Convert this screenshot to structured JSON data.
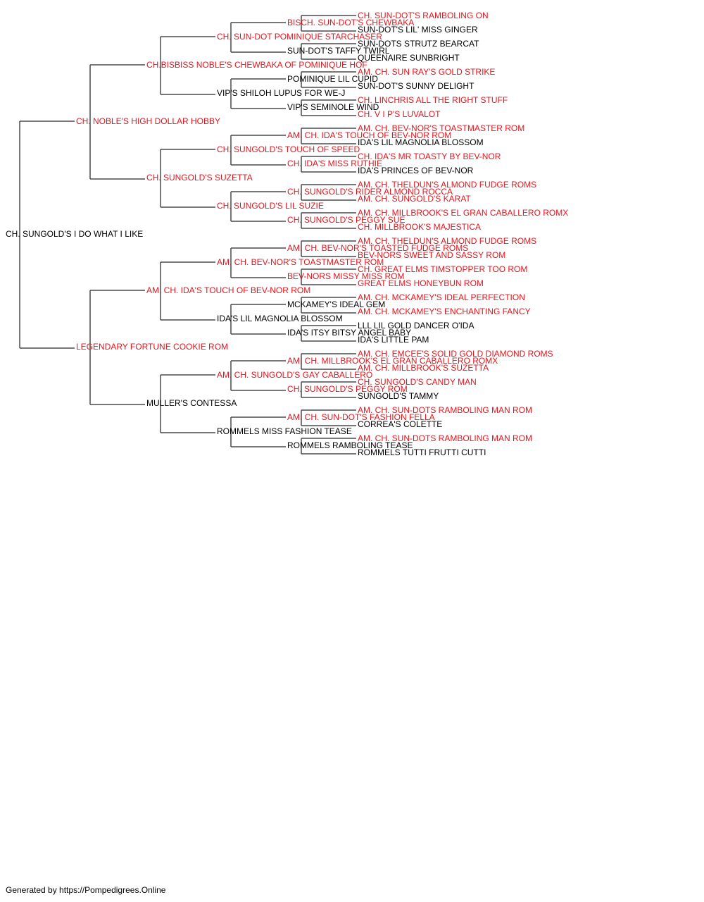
{
  "colors": {
    "champion": "#e8141c",
    "normal": "#000000",
    "line": "#4a4a4a"
  },
  "footer": "Generated by https://Pompedigrees.Online",
  "tree": {
    "name": "CH. SUNGOLD'S I DO WHAT I LIKE",
    "champion": false,
    "sire": {
      "name": "CH. NOBLE'S HIGH DOLLAR HOBBY",
      "champion": true,
      "sire": {
        "name": "CH.BISBISS NOBLE'S CHEWBAKA OF POMINIQUE HOF",
        "champion": true,
        "sire": {
          "name": "CH. SUN-DOT POMINIQUE STARCHASER",
          "champion": true,
          "sire": {
            "name": "BISCH. SUN-DOT'S CHEWBAKA",
            "champion": true,
            "sire": {
              "name": "CH. SUN-DOT'S RAMBOLING ON",
              "champion": true
            },
            "dam": {
              "name": "SUN-DOT'S LIL' MISS GINGER",
              "champion": false
            }
          },
          "dam": {
            "name": "SUN-DOT'S TAFFY TWIRL",
            "champion": false,
            "sire": {
              "name": "SUN-DOTS STRUTZ BEARCAT",
              "champion": false
            },
            "dam": {
              "name": "QUEENAIRE SUNBRIGHT",
              "champion": false
            }
          }
        },
        "dam": {
          "name": "VIP'S SHILOH LUPUS FOR WE-J",
          "champion": false,
          "sire": {
            "name": "POMINIQUE LIL CUPID",
            "champion": false,
            "sire": {
              "name": "AM. CH. SUN RAY'S GOLD STRIKE",
              "champion": true
            },
            "dam": {
              "name": "SUN-DOT'S SUNNY DELIGHT",
              "champion": false
            }
          },
          "dam": {
            "name": "VIP'S SEMINOLE WIND",
            "champion": false,
            "sire": {
              "name": "CH. LINCHRIS ALL THE RIGHT STUFF",
              "champion": true
            },
            "dam": {
              "name": "CH. V I P'S LUVALOT",
              "champion": true
            }
          }
        }
      },
      "dam": {
        "name": "CH. SUNGOLD'S SUZETTA",
        "champion": true,
        "sire": {
          "name": "CH. SUNGOLD'S TOUCH OF SPEED",
          "champion": true,
          "sire": {
            "name": "AM. CH. IDA'S TOUCH OF BEV-NOR ROM",
            "champion": true,
            "sire": {
              "name": "AM. CH. BEV-NOR'S TOASTMASTER ROM",
              "champion": true
            },
            "dam": {
              "name": "IDA'S LIL MAGNOLIA BLOSSOM",
              "champion": false
            }
          },
          "dam": {
            "name": "CH. IDA'S MISS RUTHIE",
            "champion": true,
            "sire": {
              "name": "CH. IDA'S MR TOASTY BY BEV-NOR",
              "champion": true
            },
            "dam": {
              "name": "IDA'S PRINCES OF BEV-NOR",
              "champion": false
            }
          }
        },
        "dam": {
          "name": "CH. SUNGOLD'S LIL SUZIE",
          "champion": true,
          "sire": {
            "name": "CH. SUNGOLD'S RIDER ALMOND ROCCA",
            "champion": true,
            "sire": {
              "name": "AM. CH. THELDUN'S ALMOND FUDGE ROMS",
              "champion": true
            },
            "dam": {
              "name": "AM. CH. SUNGOLD'S KARAT",
              "champion": true
            }
          },
          "dam": {
            "name": "CH. SUNGOLD'S PEGGY SUE",
            "champion": true,
            "sire": {
              "name": "AM. CH. MILLBROOK'S EL GRAN CABALLERO ROMX",
              "champion": true
            },
            "dam": {
              "name": "CH. MILLBROOK'S MAJESTICA",
              "champion": true
            }
          }
        }
      }
    },
    "dam": {
      "name": "LEGENDARY FORTUNE COOKIE ROM",
      "champion": true,
      "sire": {
        "name": "AM. CH. IDA'S TOUCH OF BEV-NOR ROM",
        "champion": true,
        "sire": {
          "name": "AM. CH. BEV-NOR'S TOASTMASTER ROM",
          "champion": true,
          "sire": {
            "name": "AM. CH. BEV-NOR'S TOASTED FUDGE ROMS",
            "champion": true,
            "sire": {
              "name": "AM. CH. THELDUN'S ALMOND FUDGE ROMS",
              "champion": true
            },
            "dam": {
              "name": "BEV-NORS SWEET AND SASSY ROM",
              "champion": true
            }
          },
          "dam": {
            "name": "BEV-NORS MISSY MISS ROM",
            "champion": true,
            "sire": {
              "name": "CH. GREAT ELMS TIMSTOPPER TOO ROM",
              "champion": true
            },
            "dam": {
              "name": "GREAT ELMS HONEYBUN ROM",
              "champion": true
            }
          }
        },
        "dam": {
          "name": "IDA'S LIL MAGNOLIA BLOSSOM",
          "champion": false,
          "sire": {
            "name": "MCKAMEY'S IDEAL GEM",
            "champion": false,
            "sire": {
              "name": "AM. CH. MCKAMEY'S IDEAL PERFECTION",
              "champion": true
            },
            "dam": {
              "name": "AM. CH. MCKAMEY'S ENCHANTING FANCY",
              "champion": true
            }
          },
          "dam": {
            "name": "IDA'S ITSY BITSY ANGEL BABY",
            "champion": false,
            "sire": {
              "name": "LLL LIL GOLD DANCER O'IDA",
              "champion": false
            },
            "dam": {
              "name": "IDA'S LITTLE PAM",
              "champion": false
            }
          }
        }
      },
      "dam": {
        "name": "MULLER'S CONTESSA",
        "champion": false,
        "sire": {
          "name": "AM. CH. SUNGOLD'S GAY CABALLERO",
          "champion": true,
          "sire": {
            "name": "AM. CH. MILLBROOK'S EL GRAN CABALLERO ROMX",
            "champion": true,
            "sire": {
              "name": "AM. CH. EMCEE'S SOLID GOLD DIAMOND ROMS",
              "champion": true
            },
            "dam": {
              "name": "AM. CH. MILLBROOK'S SUZETTA",
              "champion": true
            }
          },
          "dam": {
            "name": "CH. SUNGOLD'S PEGGY ROM",
            "champion": true,
            "sire": {
              "name": "CH. SUNGOLD'S CANDY MAN",
              "champion": true
            },
            "dam": {
              "name": "SUNGOLD'S TAMMY",
              "champion": false
            }
          }
        },
        "dam": {
          "name": "ROMMELS MISS FASHION TEASE",
          "champion": false,
          "sire": {
            "name": "AM. CH. SUN-DOT'S FASHION FELLA",
            "champion": true,
            "sire": {
              "name": "AM. CH. SUN-DOTS RAMBOLING MAN ROM",
              "champion": true
            },
            "dam": {
              "name": "CORREA'S COLETTE",
              "champion": false
            }
          },
          "dam": {
            "name": "ROMMELS RAMBOLING TEASE",
            "champion": false,
            "sire": {
              "name": "AM. CH. SUN-DOTS RAMBOLING MAN ROM",
              "champion": true
            },
            "dam": {
              "name": "ROMMELS TUTTI FRUTTI CUTTI",
              "champion": false
            }
          }
        }
      }
    }
  }
}
